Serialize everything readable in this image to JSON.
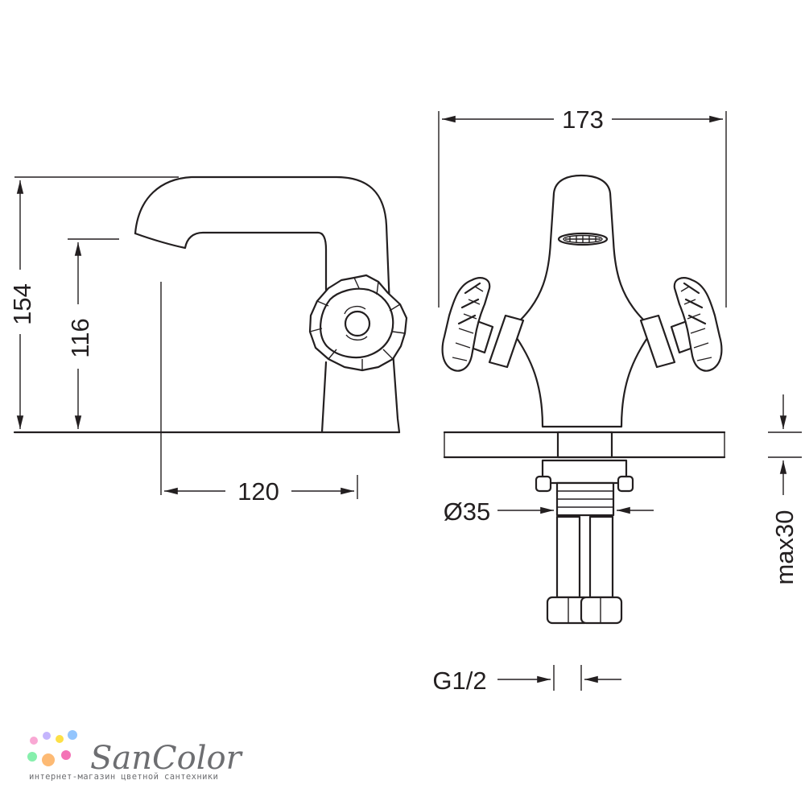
{
  "dimensions": {
    "width_173": "173",
    "height_154": "154",
    "height_116": "116",
    "reach_120": "120",
    "diameter_35": "Ø35",
    "max_30": "max30",
    "thread": "G1/2"
  },
  "logo": {
    "name": "SanColor",
    "tagline": "интернет-магазин цветной сантехники",
    "dot_colors": [
      "#f9a8d4",
      "#c4b5fd",
      "#fde047",
      "#93c5fd",
      "#86efac",
      "#fdba74",
      "#f472b6"
    ]
  }
}
